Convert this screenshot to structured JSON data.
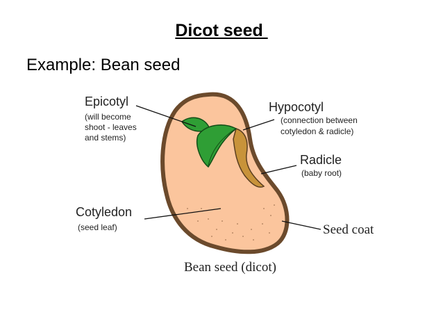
{
  "title": "Dicot seed ",
  "subtitle": "Example: Bean seed",
  "labels": {
    "epicotyl": {
      "name": "Epicotyl",
      "desc": [
        "(will become",
        "shoot - leaves",
        "and stems)"
      ]
    },
    "hypocotyl": {
      "name": "Hypocotyl",
      "desc": [
        "(connection between",
        "cotyledon & radicle)"
      ]
    },
    "radicle": {
      "name": "Radicle",
      "desc": [
        "(baby root)"
      ]
    },
    "cotyledon": {
      "name": "Cotyledon",
      "desc": [
        "(seed leaf)"
      ]
    },
    "seed_coat": {
      "name": "Seed coat"
    }
  },
  "caption": "Bean seed (dicot)",
  "colors": {
    "seed_coat": "#6b4a2c",
    "cotyledon": "#fbc59d",
    "leaf": "#2f9e35",
    "radicle": "#c8933a"
  }
}
